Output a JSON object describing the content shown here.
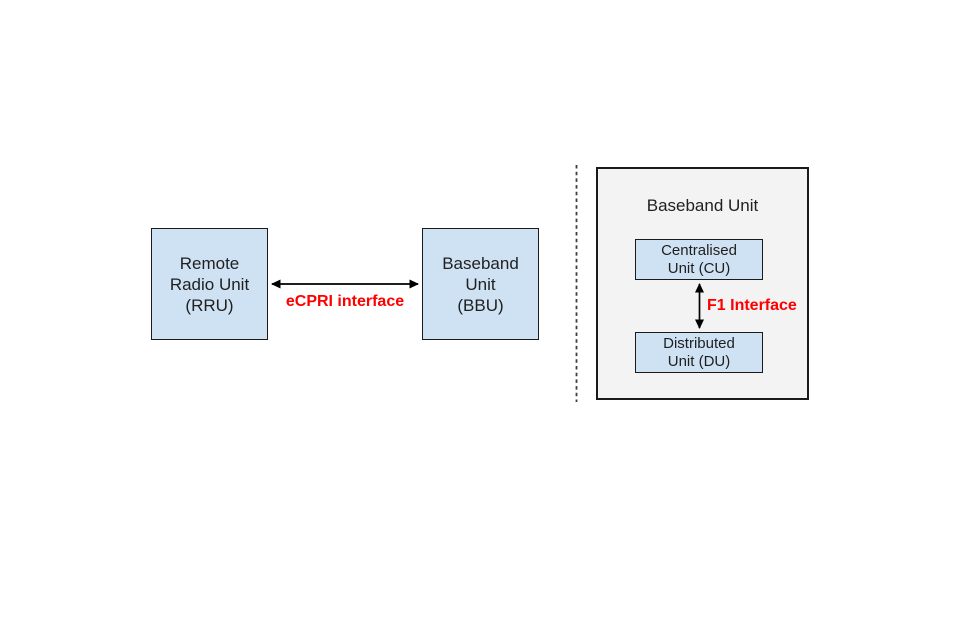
{
  "colors": {
    "box_fill": "#cfe2f3",
    "box_border": "#1a1a1a",
    "container_fill": "#f3f3f3",
    "container_border": "#1a1a1a",
    "text_color": "#1f1f1f",
    "label_red": "#ff0000",
    "line_color": "#000000",
    "divider_color": "#3d3d3d",
    "canvas_bg": "#ffffff"
  },
  "left_diagram": {
    "rru": {
      "lines": [
        "Remote",
        "Radio Unit",
        "(RRU)"
      ]
    },
    "bbu": {
      "lines": [
        "Baseband",
        "Unit",
        "(BBU)"
      ]
    },
    "link_label": "eCPRI interface"
  },
  "right_diagram": {
    "container_title": "Baseband Unit",
    "cu": {
      "lines": [
        "Centralised",
        "Unit (CU)"
      ]
    },
    "du": {
      "lines": [
        "Distributed",
        "Unit (DU)"
      ]
    },
    "link_label": "F1 Interface"
  }
}
